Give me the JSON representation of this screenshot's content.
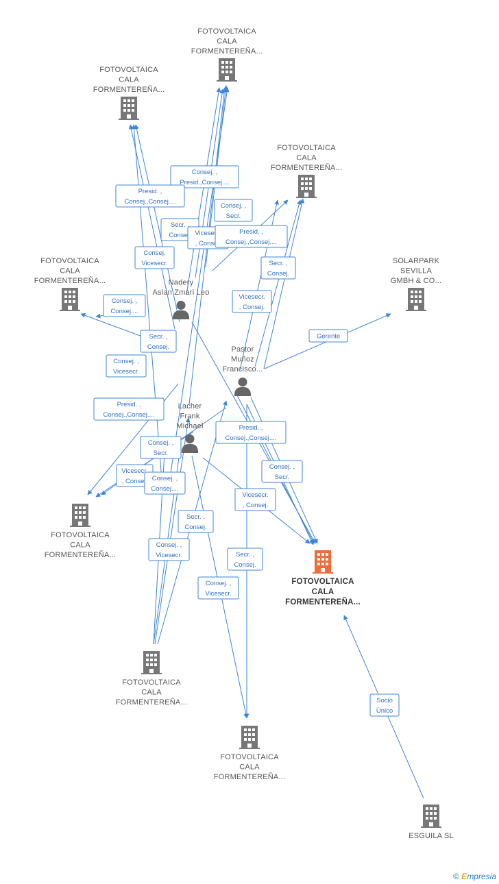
{
  "colors": {
    "edge": "#3d85d8",
    "company": "#777777",
    "main_company": "#f06a3a",
    "person": "#666666",
    "label_text": "#2f6fbf"
  },
  "nodes": [
    {
      "id": "c_top",
      "type": "company",
      "lines": [
        "FOTOVOLTAICA",
        "CALA",
        "FORMENTEREÑA..."
      ]
    },
    {
      "id": "c_left_top",
      "type": "company",
      "lines": [
        "FOTOVOLTAICA",
        "CALA",
        "FORMENTEREÑA..."
      ]
    },
    {
      "id": "c_right_top",
      "type": "company",
      "lines": [
        "FOTOVOLTAICA",
        "CALA",
        "FORMENTEREÑA..."
      ]
    },
    {
      "id": "c_left_mid",
      "type": "company",
      "lines": [
        "FOTOVOLTAICA",
        "CALA",
        "FORMENTEREÑA..."
      ]
    },
    {
      "id": "c_solarpark",
      "type": "company",
      "lines": [
        "SOLARPARK",
        "SEVILLA",
        "GMBH & CO..."
      ]
    },
    {
      "id": "p_nadery",
      "type": "person",
      "lines": [
        "Nadery",
        "Aslan Zmari Leo"
      ]
    },
    {
      "id": "p_pastor",
      "type": "person",
      "lines": [
        "Pastor",
        "Muñoz",
        "Francisco..."
      ]
    },
    {
      "id": "p_lacher",
      "type": "person",
      "lines": [
        "Lacher",
        "Frank",
        "Michael"
      ]
    },
    {
      "id": "c_left_low",
      "type": "company",
      "lines": [
        "FOTOVOLTAICA",
        "CALA",
        "FORMENTEREÑA..."
      ]
    },
    {
      "id": "c_main",
      "type": "main",
      "lines": [
        "FOTOVOLTAICA",
        "CALA",
        "FORMENTEREÑA..."
      ]
    },
    {
      "id": "c_bottom_left",
      "type": "company",
      "lines": [
        "FOTOVOLTAICA",
        "CALA",
        "FORMENTEREÑA..."
      ]
    },
    {
      "id": "c_bottom_mid",
      "type": "company",
      "lines": [
        "FOTOVOLTAICA",
        "CALA",
        "FORMENTEREÑA..."
      ]
    },
    {
      "id": "c_esguila",
      "type": "company",
      "lines": [
        "ESGUILA SL"
      ]
    }
  ],
  "relations": [
    [
      "Consej. ,",
      "Presid.,Consej...."
    ],
    [
      "Presid. ,",
      "Consej.,Consej...."
    ],
    [
      "Consej. ,",
      "Secr."
    ],
    [
      "Secr. ,",
      "Consej."
    ],
    [
      "Vicesecr.",
      ", Consej."
    ],
    [
      "Presid. ,",
      "Consej.,Consej...."
    ],
    [
      "Consej.",
      "Vicesecr."
    ],
    [
      "Secr. ,",
      "Consej."
    ],
    [
      "Consej. ,",
      "Consej...."
    ],
    [
      "Vicesecr.",
      ", Consej."
    ],
    [
      "Secr. ,",
      "Consej."
    ],
    [
      "Gerente"
    ],
    [
      "Consej. ,",
      "Vicesecr."
    ],
    [
      "Presid. ,",
      "Consej.,Consej...."
    ],
    [
      "Presid. ,",
      "Consej.,Consej...."
    ],
    [
      "Consej. ,",
      "Secr."
    ],
    [
      "Consej. ,",
      "Secr."
    ],
    [
      "Vicesecr.",
      ", Consej."
    ],
    [
      "Consej. ,",
      "Consej...."
    ],
    [
      "Vicesecr.",
      ", Consej."
    ],
    [
      "Secr. ,",
      "Consej."
    ],
    [
      "Consej. ,",
      "Vicesecr."
    ],
    [
      "Secr. ,",
      "Consej."
    ],
    [
      "Consej. ,",
      "Vicesecr."
    ],
    [
      "Socio",
      "Único"
    ]
  ],
  "footer": {
    "copyright": "©",
    "brand_first": "E",
    "brand_rest": "mpresia"
  }
}
